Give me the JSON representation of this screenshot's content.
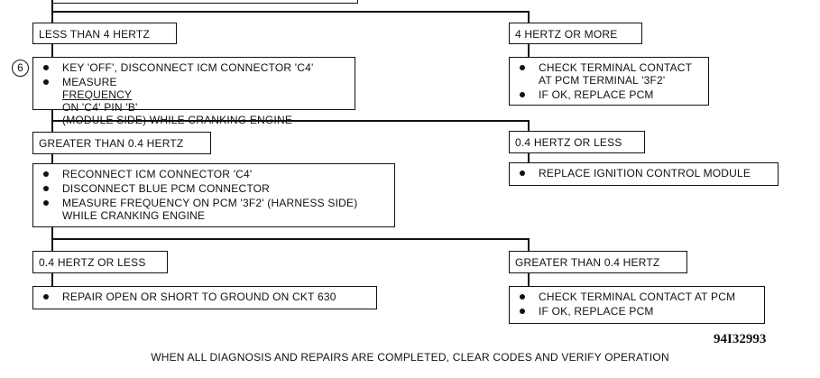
{
  "step": {
    "number": "6"
  },
  "branch1": {
    "left_label": "LESS THAN 4 HERTZ",
    "right_label": "4 HERTZ OR MORE",
    "left_action": {
      "line1": "KEY 'OFF', DISCONNECT ICM CONNECTOR 'C4'",
      "line2_pre": "MEASURE ",
      "line2_underlined": "FREQUENCY",
      "line2_post": " ON 'C4' PIN 'B'",
      "line3": "(MODULE SIDE) WHILE CRANKING ENGINE"
    },
    "right_action": {
      "line1": "CHECK TERMINAL CONTACT",
      "line2": "AT PCM TERMINAL '3F2'",
      "line3": "IF OK, REPLACE PCM"
    }
  },
  "branch2": {
    "left_label": "GREATER THAN 0.4 HERTZ",
    "right_label": "0.4 HERTZ OR LESS",
    "left_action": {
      "line1": "RECONNECT ICM CONNECTOR 'C4'",
      "line2": "DISCONNECT BLUE PCM CONNECTOR",
      "line3": "MEASURE FREQUENCY ON PCM '3F2' (HARNESS SIDE)",
      "line4": "WHILE CRANKING ENGINE"
    },
    "right_action": {
      "line1": "REPLACE IGNITION CONTROL MODULE"
    }
  },
  "branch3": {
    "left_label": "0.4 HERTZ OR LESS",
    "right_label": "GREATER THAN 0.4 HERTZ",
    "left_action": {
      "line1": "REPAIR OPEN OR SHORT TO GROUND ON CKT 630"
    },
    "right_action": {
      "line1": "CHECK TERMINAL CONTACT AT PCM",
      "line2": "IF OK, REPLACE PCM"
    }
  },
  "footer": "WHEN ALL DIAGNOSIS AND REPAIRS ARE COMPLETED, CLEAR CODES AND VERIFY OPERATION",
  "figure_id": "94I32993"
}
